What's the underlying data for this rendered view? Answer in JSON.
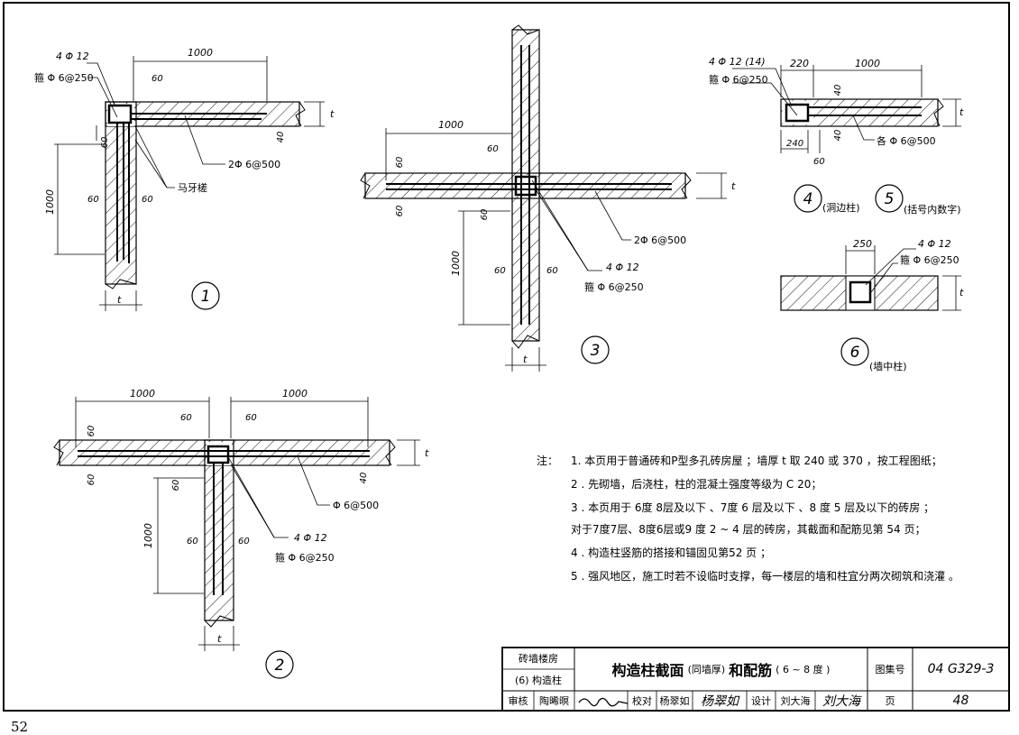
{
  "page_number": "52",
  "labels": {
    "dim_1000": "1000",
    "dim_60": "60",
    "dim_40": "40",
    "dim_220": "220",
    "dim_240": "240",
    "dim_250": "250",
    "t": "t",
    "rebar_4phi12": "4 Φ 12",
    "rebar_4phi12_14": "4 Φ 12 (14)",
    "stirrup": "箍 Φ 6@250",
    "tie_2phi6": "2Φ 6@500",
    "tie_2phi6_b": "2Φ 6@500",
    "tie_phi6": "Φ 6@500",
    "tie_each": "各 Φ 6@500",
    "mayacha": "马牙槎"
  },
  "figures": {
    "f1": "1",
    "f2": "2",
    "f3": "3",
    "f4": "4",
    "f4_note": "(洞边柱)",
    "f5": "5",
    "f5_note": "(括号内数字)",
    "f6": "6",
    "f6_note": "(墙中柱)"
  },
  "notes": {
    "head": "注：",
    "lines": [
      "1.  本页用于普通砖和P型多孔砖房屋 ；墙厚 t 取 240 或 370 ，按工程图纸；",
      "2 . 先砌墙，后浇柱，柱的混凝土强度等级为 C 20；",
      "3 . 本页用于 6度 8层及以下 、7度 6 层及以下 、8 度 5 层及以下的砖房 ；",
      "     对于7度7层、8度6层或9 度 2 ~ 4 层的砖房，其截面和配筋见第 54 页；",
      "4 . 构造柱竖筋的搭接和锚固见第52 页 ；",
      "5 . 强风地区，施工时若不设临时支撑，每一楼层的墙和柱宜分两次砌筑和浇灌 。"
    ]
  },
  "title_block": {
    "category_1": "砖墙楼房",
    "category_2": "(6)  构造柱",
    "title_main": "构造柱截面",
    "title_paren": "(同墙厚)",
    "title_and": "和配筋",
    "title_range": "( 6 ~ 8 度 )",
    "atlas_label": "图集号",
    "atlas_no": "04 G329-3",
    "page_label": "页",
    "page_no": "48",
    "review_label": "审核",
    "reviewer": "陶晞暝",
    "check_label": "校对",
    "checker": "杨翠如",
    "design_label": "设计",
    "designer": "刘大海"
  }
}
